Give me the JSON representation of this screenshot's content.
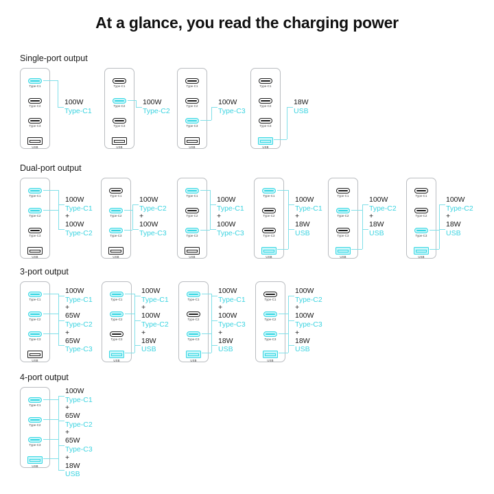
{
  "page": {
    "title": "At a glance, you read the charging power",
    "accent_color": "#3ad3e0",
    "text_color": "#141414",
    "background": "#ffffff"
  },
  "port_labels": {
    "c1": "Type-C1",
    "c2": "Type-C2",
    "c3": "Type-C3",
    "usb": "USB"
  },
  "separator": "+",
  "sections": [
    {
      "heading": "Single-port output",
      "groups": [
        {
          "lit": [
            "c1"
          ],
          "spec": [
            {
              "watt": "100W",
              "port": "Type-C1"
            }
          ]
        },
        {
          "lit": [
            "c2"
          ],
          "spec": [
            {
              "watt": "100W",
              "port": "Type-C2"
            }
          ]
        },
        {
          "lit": [
            "c3"
          ],
          "spec": [
            {
              "watt": "100W",
              "port": "Type-C3"
            }
          ]
        },
        {
          "lit": [
            "usb"
          ],
          "spec": [
            {
              "watt": "18W",
              "port": "USB"
            }
          ]
        }
      ]
    },
    {
      "heading": "Dual-port output",
      "groups": [
        {
          "lit": [
            "c1",
            "c2"
          ],
          "spec": [
            {
              "watt": "100W",
              "port": "Type-C1"
            },
            {
              "watt": "100W",
              "port": "Type-C2"
            }
          ]
        },
        {
          "lit": [
            "c2",
            "c3"
          ],
          "spec": [
            {
              "watt": "100W",
              "port": "Type-C2"
            },
            {
              "watt": "100W",
              "port": "Type-C3"
            }
          ]
        },
        {
          "lit": [
            "c1",
            "c3"
          ],
          "spec": [
            {
              "watt": "100W",
              "port": "Type-C1"
            },
            {
              "watt": "100W",
              "port": "Type-C3"
            }
          ]
        },
        {
          "lit": [
            "c1",
            "usb"
          ],
          "spec": [
            {
              "watt": "100W",
              "port": "Type-C1"
            },
            {
              "watt": "18W",
              "port": "USB"
            }
          ]
        },
        {
          "lit": [
            "c2",
            "usb"
          ],
          "spec": [
            {
              "watt": "100W",
              "port": "Type-C2"
            },
            {
              "watt": "18W",
              "port": "USB"
            }
          ]
        },
        {
          "lit": [
            "c3",
            "usb"
          ],
          "spec": [
            {
              "watt": "100W",
              "port": "Type-C2"
            },
            {
              "watt": "18W",
              "port": "USB"
            }
          ]
        }
      ]
    },
    {
      "heading": "3-port output",
      "groups": [
        {
          "lit": [
            "c1",
            "c2",
            "c3"
          ],
          "spec": [
            {
              "watt": "100W",
              "port": "Type-C1"
            },
            {
              "watt": "65W",
              "port": "Type-C2"
            },
            {
              "watt": "65W",
              "port": "Type-C3"
            }
          ]
        },
        {
          "lit": [
            "c1",
            "c2",
            "usb"
          ],
          "spec": [
            {
              "watt": "100W",
              "port": "Type-C1"
            },
            {
              "watt": "100W",
              "port": "Type-C2"
            },
            {
              "watt": "18W",
              "port": "USB"
            }
          ]
        },
        {
          "lit": [
            "c1",
            "c3",
            "usb"
          ],
          "spec": [
            {
              "watt": "100W",
              "port": "Type-C1"
            },
            {
              "watt": "100W",
              "port": "Type-C3"
            },
            {
              "watt": "18W",
              "port": "USB"
            }
          ]
        },
        {
          "lit": [
            "c2",
            "c3",
            "usb"
          ],
          "spec": [
            {
              "watt": "100W",
              "port": "Type-C2"
            },
            {
              "watt": "100W",
              "port": "Type-C3"
            },
            {
              "watt": "18W",
              "port": "USB"
            }
          ]
        }
      ]
    },
    {
      "heading": "4-port output",
      "groups": [
        {
          "lit": [
            "c1",
            "c2",
            "c3",
            "usb"
          ],
          "spec": [
            {
              "watt": "100W",
              "port": "Type-C1"
            },
            {
              "watt": "65W",
              "port": "Type-C2"
            },
            {
              "watt": "65W",
              "port": "Type-C3"
            },
            {
              "watt": "18W",
              "port": "USB"
            }
          ]
        }
      ]
    }
  ]
}
